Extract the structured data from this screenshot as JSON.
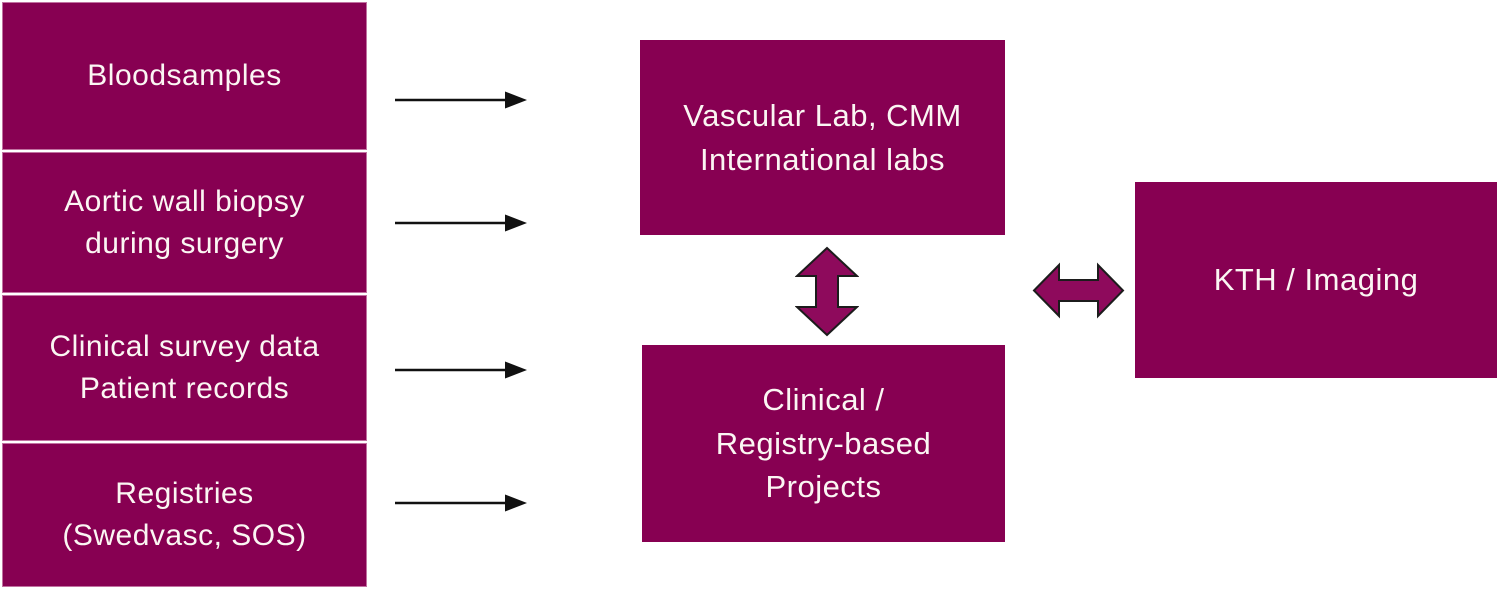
{
  "colors": {
    "box_fill": "#870052",
    "double_arrow_fill": "#8E0A5C",
    "double_arrow_outline": "#1C1C1C",
    "connector_color": "#111111",
    "text": "#FBF6F3",
    "background": "#FFFFFF"
  },
  "left_column": {
    "boxes": [
      {
        "label": "Bloodsamples"
      },
      {
        "label": "Aortic wall biopsy\nduring surgery"
      },
      {
        "label": "Clinical survey data\nPatient records"
      },
      {
        "label": "Registries\n(Swedvasc, SOS)"
      }
    ]
  },
  "center": {
    "top_box": {
      "label": "Vascular Lab, CMM\nInternational labs"
    },
    "bottom_box": {
      "label": "Clinical /\nRegistry-based\nProjects"
    }
  },
  "right": {
    "box": {
      "label": "KTH / Imaging"
    }
  },
  "connectors": {
    "left_to_center_arrows": 4,
    "center_vertical": "bidirectional",
    "center_to_right": "bidirectional"
  }
}
